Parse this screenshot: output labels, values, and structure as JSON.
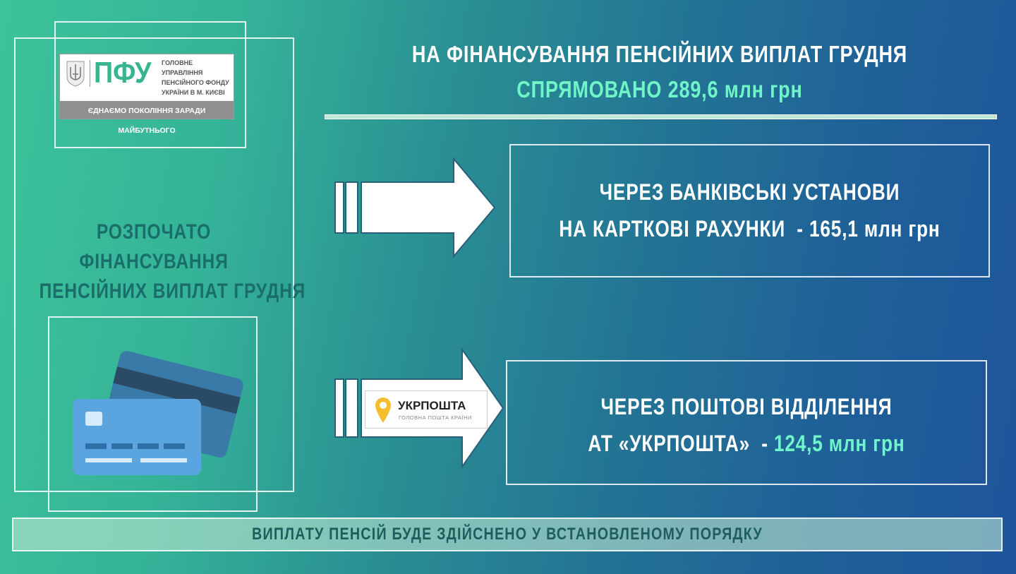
{
  "logo": {
    "abbr": "ПФУ",
    "org_lines": [
      "ГОЛОВНЕ УПРАВЛІННЯ",
      "ПЕНСІЙНОГО ФОНДУ",
      "УКРАЇНИ В М. КИЄВІ"
    ],
    "slogan": "ЄДНАЄМО ПОКОЛІННЯ ЗАРАДИ МАЙБУТНЬОГО"
  },
  "header": {
    "line1": "НА ФІНАНСУВАННЯ ПЕНСІЙНИХ ВИПЛАТ ГРУДНЯ",
    "line2": "СПРЯМОВАНО 289,6 млн грн"
  },
  "left": {
    "lines": [
      "РОЗПОЧАТО",
      "ФІНАНСУВАННЯ",
      "ПЕНСІЙНИХ ВИПЛАТ ГРУДНЯ"
    ]
  },
  "banks": {
    "line1": "ЧЕРЕЗ БАНКІВСЬКІ УСТАНОВИ",
    "line2": "НА КАРТКОВІ РАХУНКИ",
    "amount": "- 165,1 млн грн"
  },
  "post": {
    "logo_name": "УКРПОШТА",
    "logo_tagline": "ГОЛОВНА ПОШТА КРАЇНИ",
    "line1": "ЧЕРЕЗ ПОШТОВІ ВІДДІЛЕННЯ",
    "line2": "АТ «УКРПОШТА»",
    "dash": "-",
    "amount": "124,5 млн грн"
  },
  "footer": {
    "text": "ВИПЛАТУ ПЕНСІЙ БУДЕ ЗДІЙСНЕНО У ВСТАНОВЛЕНОМУ ПОРЯДКУ"
  },
  "colors": {
    "highlight": "#6ff5c8",
    "left_text": "#1a6e69"
  }
}
